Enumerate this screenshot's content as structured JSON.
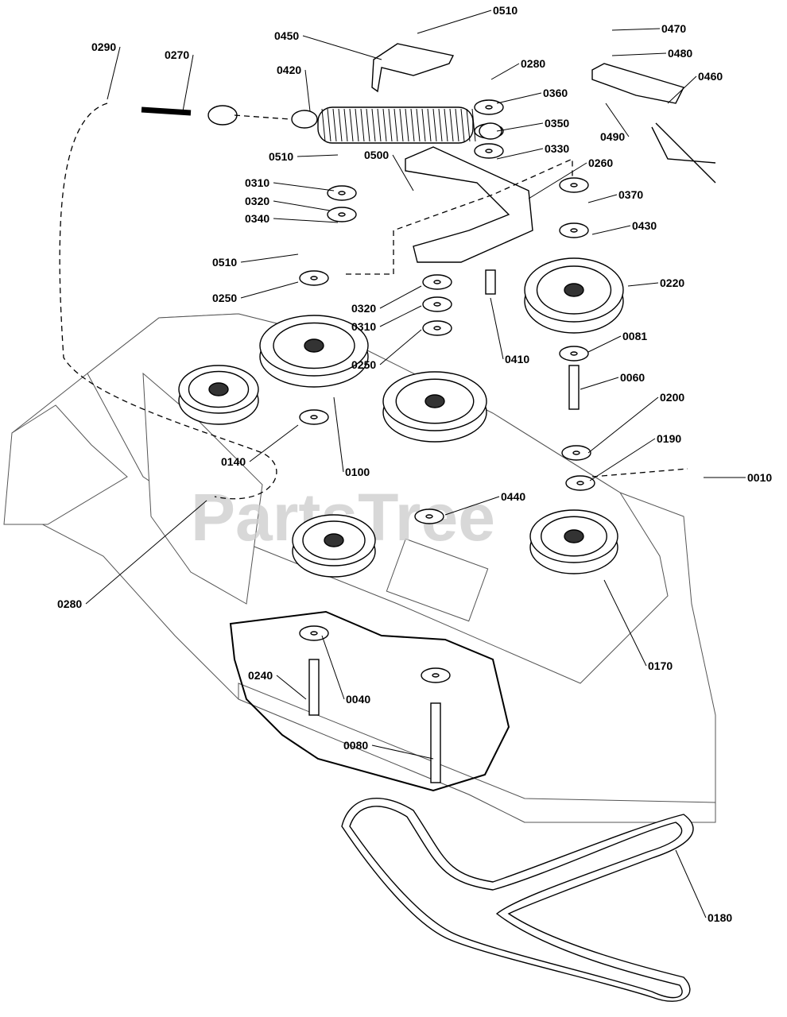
{
  "diagram": {
    "watermark": "PartsTree",
    "callouts": [
      {
        "label": "0510"
      },
      {
        "label": "0450"
      },
      {
        "label": "0470"
      },
      {
        "label": "0480"
      },
      {
        "label": "0290"
      },
      {
        "label": "0270"
      },
      {
        "label": "0420"
      },
      {
        "label": "0280"
      },
      {
        "label": "0460"
      },
      {
        "label": "0360"
      },
      {
        "label": "0350"
      },
      {
        "label": "0490"
      },
      {
        "label": "0330"
      },
      {
        "label": "0510"
      },
      {
        "label": "0500"
      },
      {
        "label": "0260"
      },
      {
        "label": "0310"
      },
      {
        "label": "0320"
      },
      {
        "label": "0370"
      },
      {
        "label": "0340"
      },
      {
        "label": "0430"
      },
      {
        "label": "0510"
      },
      {
        "label": "0250"
      },
      {
        "label": "0220"
      },
      {
        "label": "0320"
      },
      {
        "label": "0310"
      },
      {
        "label": "0250"
      },
      {
        "label": "0410"
      },
      {
        "label": "0081"
      },
      {
        "label": "0060"
      },
      {
        "label": "0200"
      },
      {
        "label": "0140"
      },
      {
        "label": "0100"
      },
      {
        "label": "0190"
      },
      {
        "label": "0010"
      },
      {
        "label": "0440"
      },
      {
        "label": "0280"
      },
      {
        "label": "0170"
      },
      {
        "label": "0240"
      },
      {
        "label": "0040"
      },
      {
        "label": "0080"
      },
      {
        "label": "0180"
      }
    ]
  }
}
